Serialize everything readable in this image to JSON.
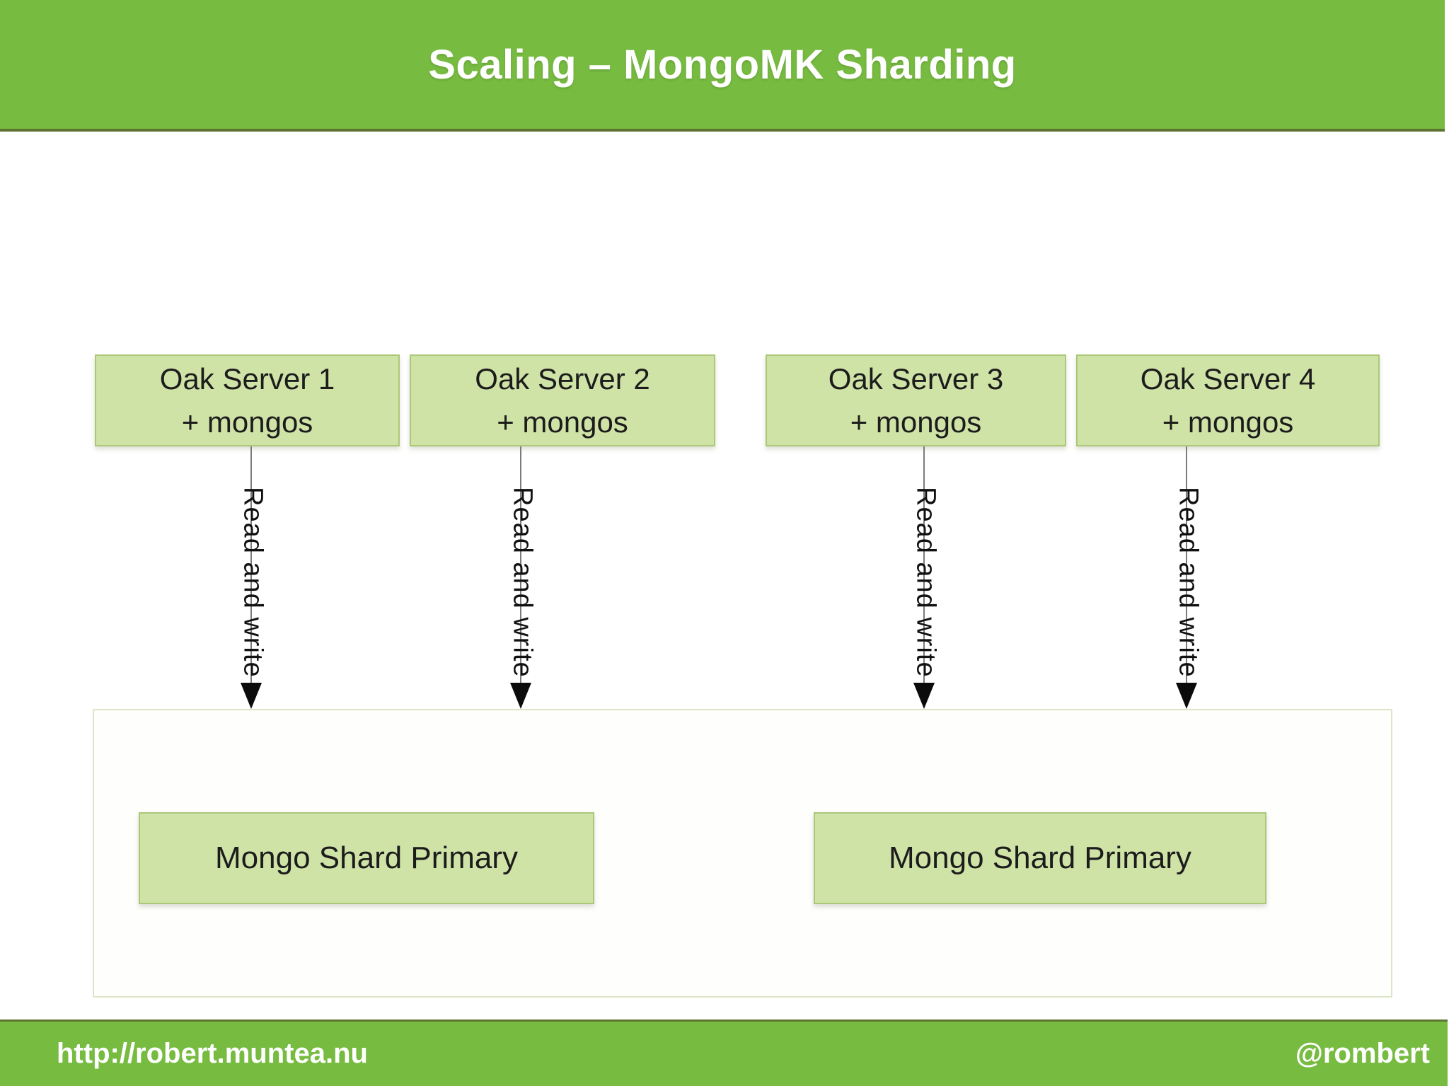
{
  "slide": {
    "title": "Scaling – MongoMK Sharding",
    "footer": {
      "left": "http://robert.muntea.nu",
      "right": "@rombert"
    }
  },
  "colors": {
    "header_footer_green": "#77bb41",
    "dark_olive_accent": "#5e7430",
    "node_fill": "#d0e3a7",
    "node_border": "#abc878",
    "container_border": "#dde5c8",
    "arrow_line_gray": "#7c7c7c",
    "arrow_head_black": "#0b0b0b",
    "text_dark": "#1c1c1c",
    "text_white": "#ffffff"
  },
  "diagram": {
    "servers": [
      {
        "title": "Oak Server 1",
        "subtitle": "+ mongos"
      },
      {
        "title": "Oak Server 2",
        "subtitle": "+ mongos"
      },
      {
        "title": "Oak Server 3",
        "subtitle": "+ mongos"
      },
      {
        "title": "Oak Server 4",
        "subtitle": "+ mongos"
      }
    ],
    "arrow_label": "Read and write",
    "shards": [
      {
        "label": "Mongo Shard Primary"
      },
      {
        "label": "Mongo Shard Primary"
      }
    ]
  }
}
